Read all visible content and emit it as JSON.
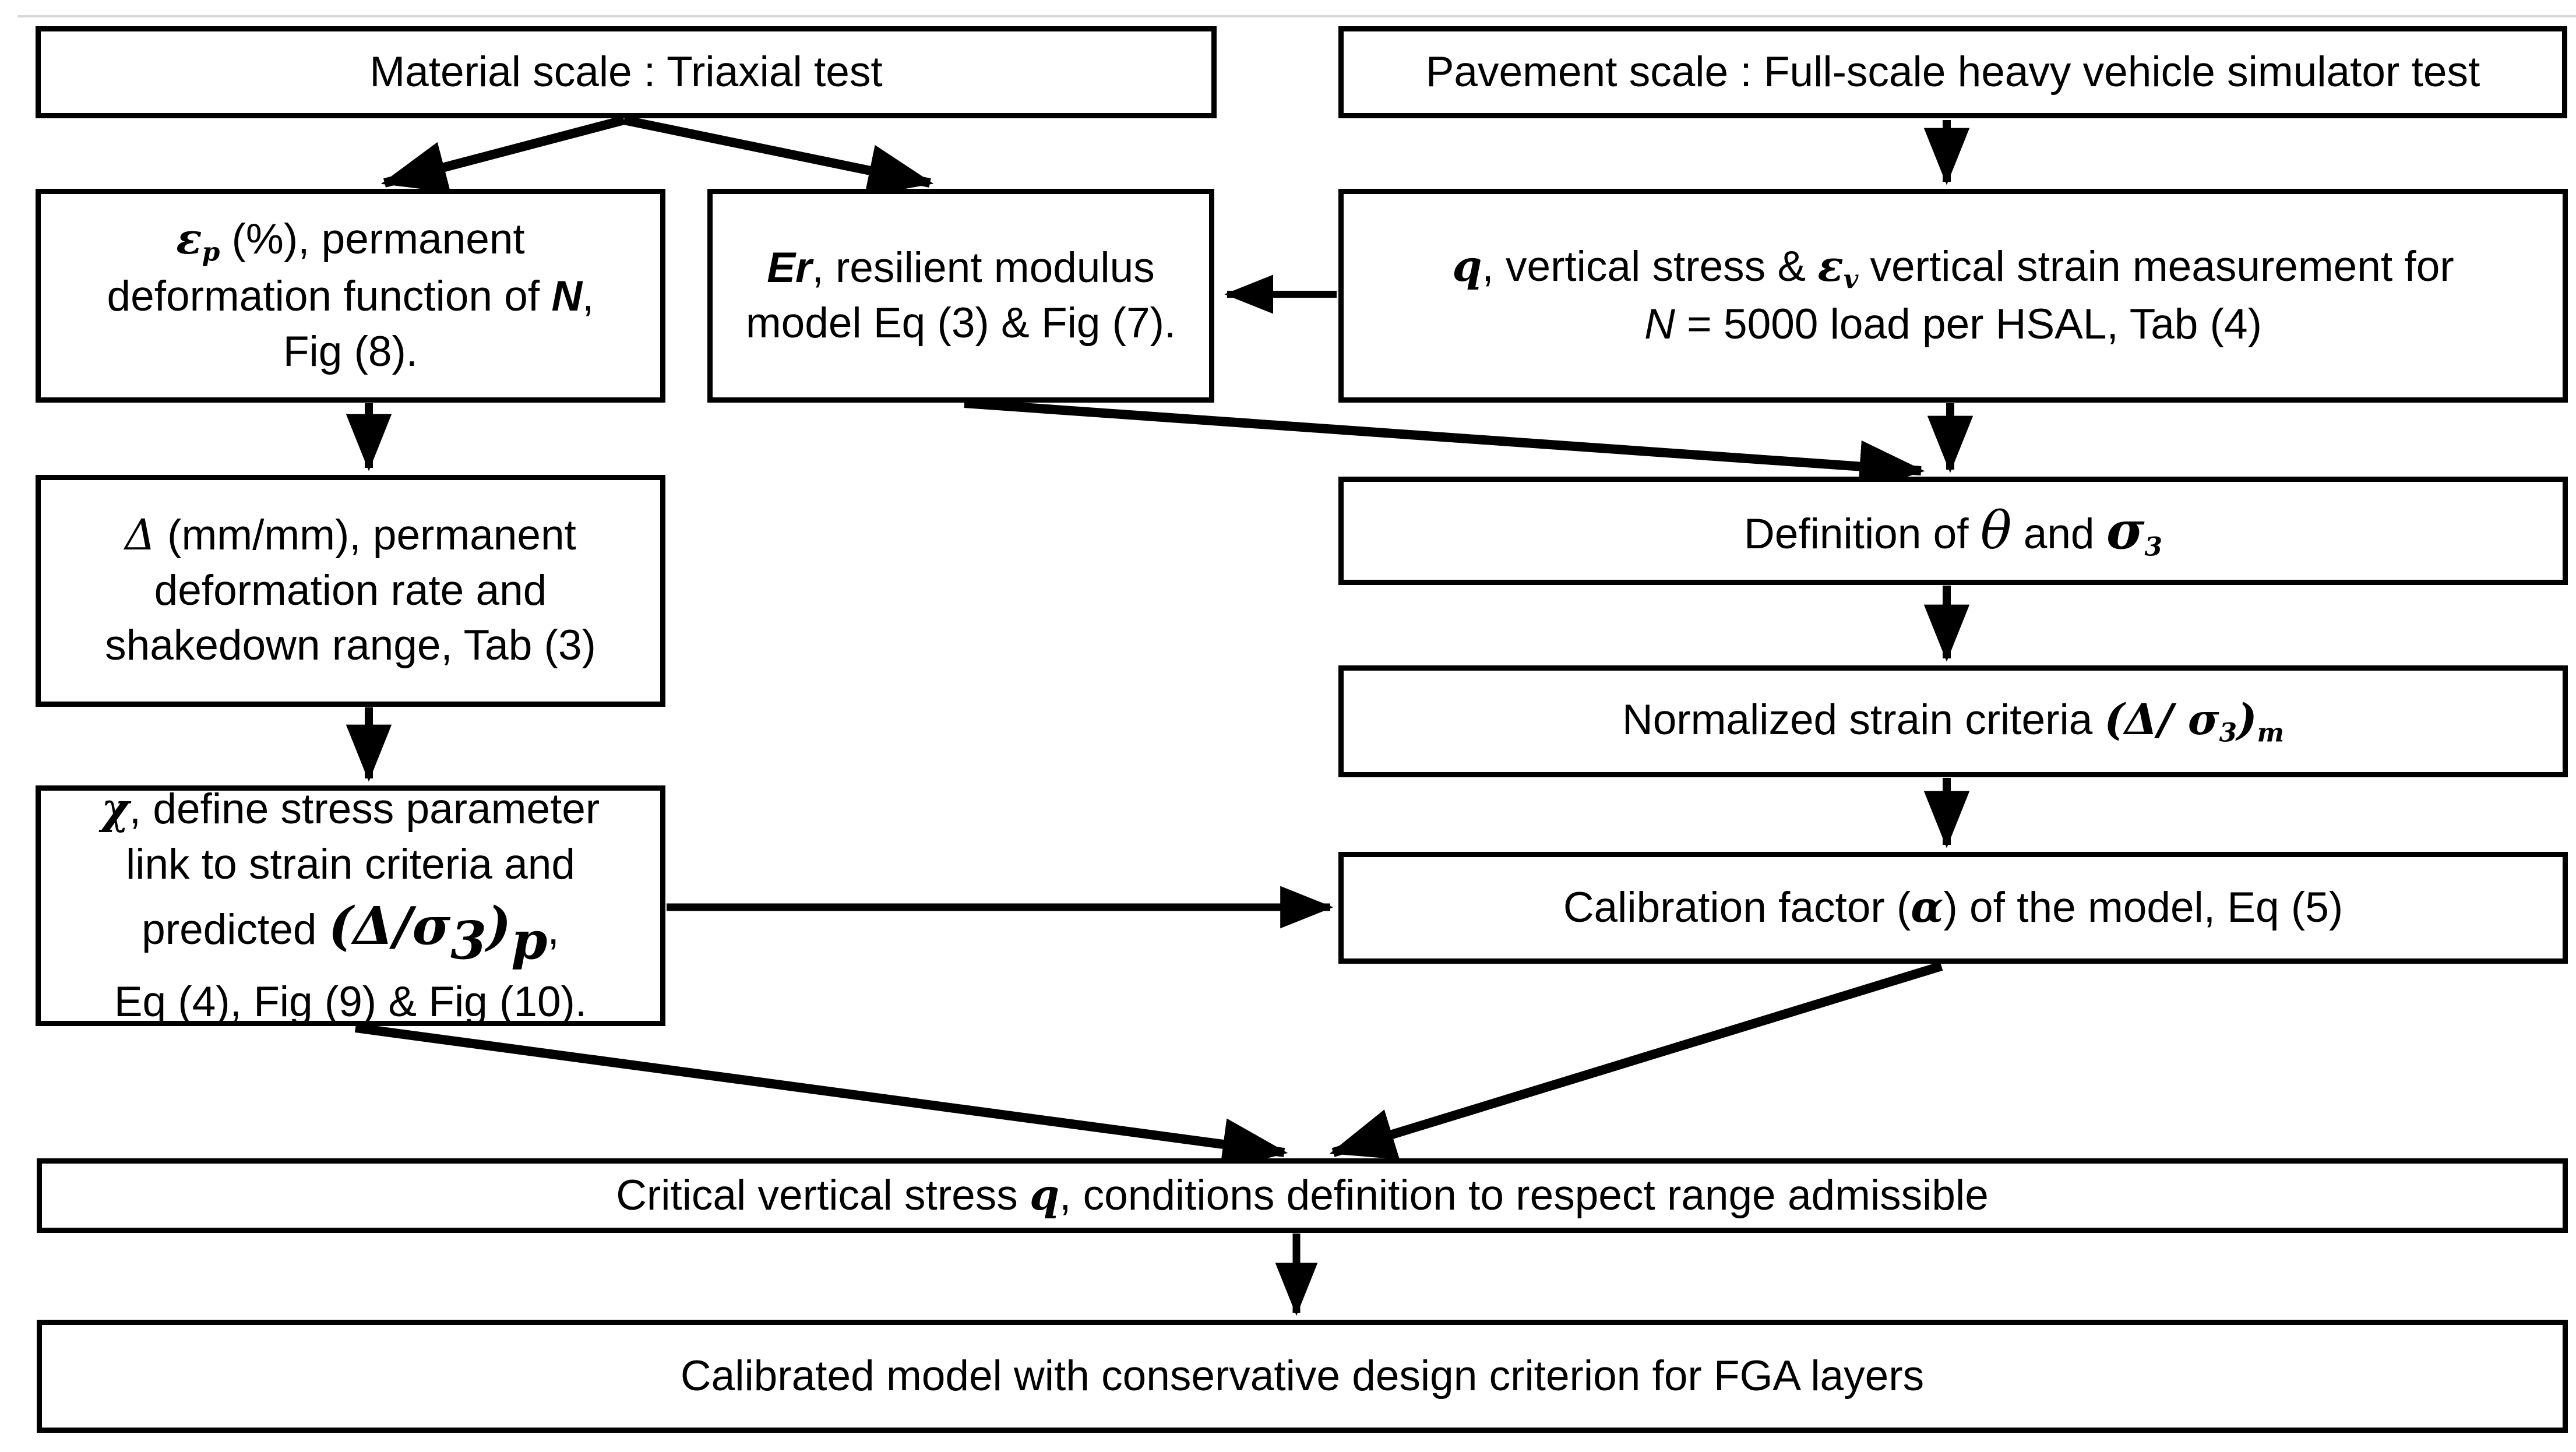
{
  "diagram": {
    "description": "Flowchart linking material-scale triaxial testing and pavement-scale heavy vehicle simulator testing to a calibrated design model",
    "colors": {
      "box_border": "#000000",
      "box_fill": "#ffffff",
      "arrow": "#000000",
      "top_divider": "#d9d9dc"
    }
  },
  "boxes": {
    "material": {
      "segments": [
        {
          "t": "Material scale : Triaxial test"
        }
      ]
    },
    "pavement": {
      "segments": [
        {
          "t": "Pavement scale : Full-scale heavy vehicle simulator test"
        }
      ]
    },
    "ep": {
      "segments": [
        {
          "t": "ε",
          "m": true,
          "b": true
        },
        {
          "t": "p",
          "m": true,
          "b": true,
          "sub": true
        },
        {
          "t": " (%),  permanent"
        },
        {
          "br": true
        },
        {
          "t": "deformation function of "
        },
        {
          "t": "N",
          "b": true,
          "i": true
        },
        {
          "t": ","
        },
        {
          "br": true
        },
        {
          "t": "Fig (8)."
        }
      ]
    },
    "er": {
      "segments": [
        {
          "t": "Er",
          "b": true,
          "i": true
        },
        {
          "t": ", resilient modulus"
        },
        {
          "br": true
        },
        {
          "t": "model Eq (3) & Fig (7)."
        }
      ]
    },
    "q": {
      "segments": [
        {
          "t": "q",
          "m": true,
          "b": true
        },
        {
          "t": ", vertical stress  & "
        },
        {
          "t": "ε",
          "m": true,
          "b": true
        },
        {
          "t": "v",
          "m": true,
          "b": true,
          "sub": true
        },
        {
          "t": " vertical strain measurement  for"
        },
        {
          "br": true
        },
        {
          "t": "N",
          "i": true
        },
        {
          "t": " = 5000 load per HSAL, Tab (4)"
        }
      ]
    },
    "delta": {
      "segments": [
        {
          "t": "Δ",
          "m": true
        },
        {
          "t": " (mm/mm), permanent"
        },
        {
          "br": true
        },
        {
          "t": "deformation rate and"
        },
        {
          "br": true
        },
        {
          "t": "shakedown range, Tab (3)"
        }
      ]
    },
    "def": {
      "segments": [
        {
          "t": "Definition of "
        },
        {
          "t": "θ",
          "m": true,
          "big": true
        },
        {
          "t": " and "
        },
        {
          "t": "σ",
          "m": true,
          "b": true,
          "big": true
        },
        {
          "t": "3",
          "m": true,
          "b": true,
          "sub": true
        }
      ]
    },
    "norm": {
      "segments": [
        {
          "t": "Normalized strain criteria "
        },
        {
          "t": "(Δ/ σ",
          "m": true,
          "b": true
        },
        {
          "t": "3",
          "m": true,
          "b": true,
          "sub": true
        },
        {
          "t": ")",
          "m": true,
          "b": true
        },
        {
          "t": "m",
          "m": true,
          "b": true,
          "sub": true
        }
      ]
    },
    "chi": {
      "segments": [
        {
          "t": "χ",
          "m": true,
          "b": true
        },
        {
          "t": ", define stress parameter"
        },
        {
          "br": true
        },
        {
          "t": "link to strain criteria and"
        },
        {
          "br": true
        },
        {
          "t": "predicted "
        },
        {
          "t": "(Δ/σ",
          "m": true,
          "b": true,
          "big": true
        },
        {
          "t": "3",
          "m": true,
          "b": true,
          "sub": true,
          "big": true
        },
        {
          "t": ")",
          "m": true,
          "b": true,
          "big": true
        },
        {
          "t": "p",
          "m": true,
          "b": true,
          "sub": true,
          "big": true
        },
        {
          "t": ","
        },
        {
          "br": true
        },
        {
          "t": "Eq (4), Fig (9) & Fig (10)."
        }
      ]
    },
    "calib": {
      "segments": [
        {
          "t": "Calibration factor ("
        },
        {
          "t": "α",
          "m": true,
          "b": true
        },
        {
          "t": ") of the model, Eq (5)"
        }
      ]
    },
    "critical": {
      "segments": [
        {
          "t": "Critical vertical stress "
        },
        {
          "t": "q",
          "m": true,
          "b": true
        },
        {
          "t": ", conditions definition to respect range admissible"
        }
      ]
    },
    "calibrated": {
      "segments": [
        {
          "t": "Calibrated model with conservative design criterion for FGA layers"
        }
      ]
    }
  },
  "edges": [
    {
      "from": "material-scale",
      "to": "permanent-deformation"
    },
    {
      "from": "material-scale",
      "to": "resilient-modulus"
    },
    {
      "from": "pavement-scale",
      "to": "vertical-stress-strain"
    },
    {
      "from": "vertical-stress-strain",
      "to": "resilient-modulus"
    },
    {
      "from": "resilient-modulus",
      "to": "definition-theta-sigma3"
    },
    {
      "from": "vertical-stress-strain",
      "to": "definition-theta-sigma3"
    },
    {
      "from": "permanent-deformation",
      "to": "deformation-rate"
    },
    {
      "from": "deformation-rate",
      "to": "stress-parameter-chi"
    },
    {
      "from": "definition-theta-sigma3",
      "to": "normalized-strain-criteria"
    },
    {
      "from": "normalized-strain-criteria",
      "to": "calibration-factor"
    },
    {
      "from": "stress-parameter-chi",
      "to": "calibration-factor"
    },
    {
      "from": "stress-parameter-chi",
      "to": "critical-vertical-stress"
    },
    {
      "from": "calibration-factor",
      "to": "critical-vertical-stress"
    },
    {
      "from": "critical-vertical-stress",
      "to": "calibrated-model"
    }
  ]
}
